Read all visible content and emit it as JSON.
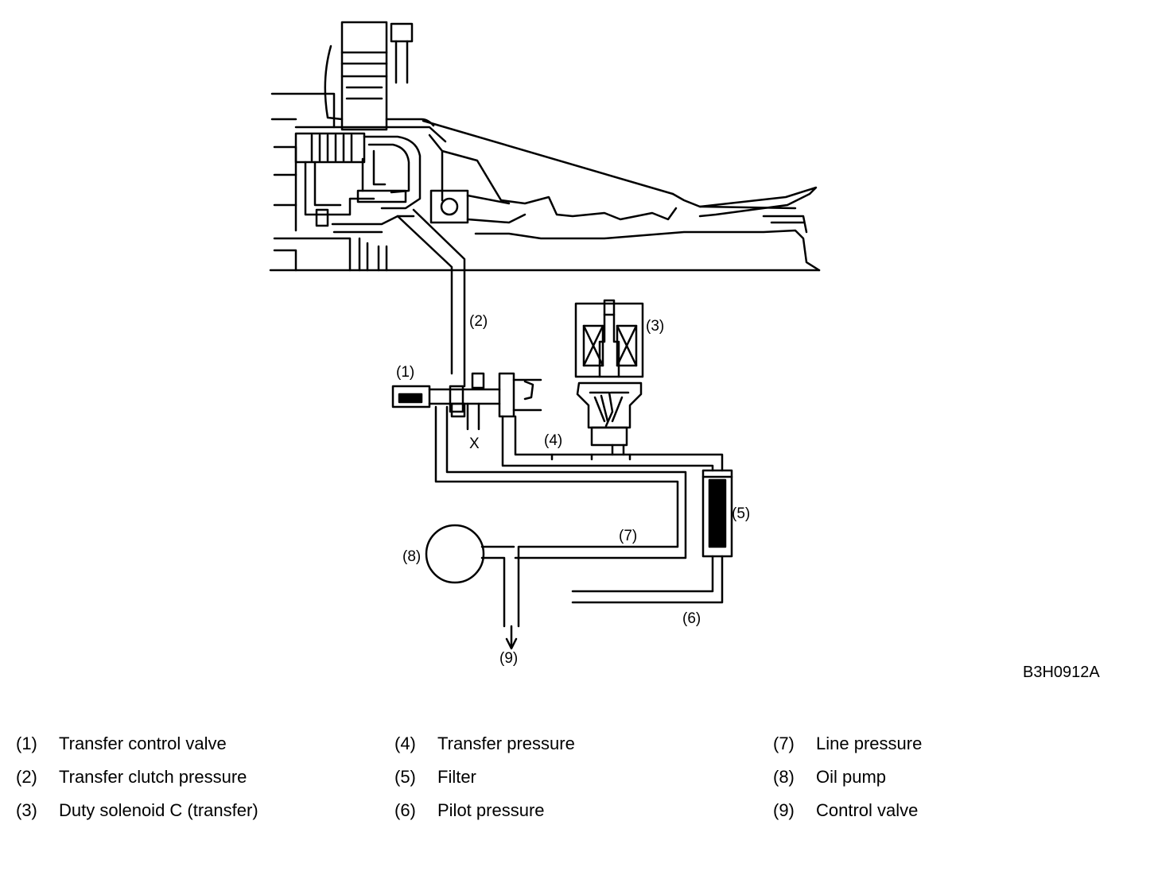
{
  "diagram": {
    "callouts": {
      "c1": "(1)",
      "c2": "(2)",
      "c3": "(3)",
      "c4": "(4)",
      "c5": "(5)",
      "c6": "(6)",
      "c7": "(7)",
      "c8": "(8)",
      "c9": "(9)"
    },
    "drain_mark": "X",
    "figure_code": "B3H0912A"
  },
  "legend": {
    "columns": [
      [
        {
          "num": "(1)",
          "text": "Transfer control valve"
        },
        {
          "num": "(2)",
          "text": "Transfer clutch pressure"
        },
        {
          "num": "(3)",
          "text": "Duty solenoid C (transfer)"
        }
      ],
      [
        {
          "num": "(4)",
          "text": "Transfer pressure"
        },
        {
          "num": "(5)",
          "text": "Filter"
        },
        {
          "num": "(6)",
          "text": "Pilot pressure"
        }
      ],
      [
        {
          "num": "(7)",
          "text": "Line pressure"
        },
        {
          "num": "(8)",
          "text": "Oil pump"
        },
        {
          "num": "(9)",
          "text": "Control valve"
        }
      ]
    ]
  }
}
